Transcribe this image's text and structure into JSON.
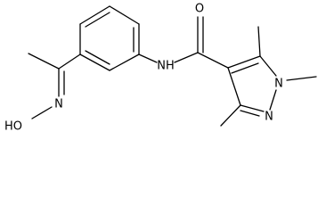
{
  "atoms": {
    "O_carbonyl": "O",
    "NH_amide": "NH",
    "HO_oxime": "HO",
    "N_oxime": "N",
    "N1_pyrazole": "N",
    "N2_pyrazole": "N"
  },
  "colors": {
    "ink": "#000000",
    "background": "#ffffff"
  }
}
